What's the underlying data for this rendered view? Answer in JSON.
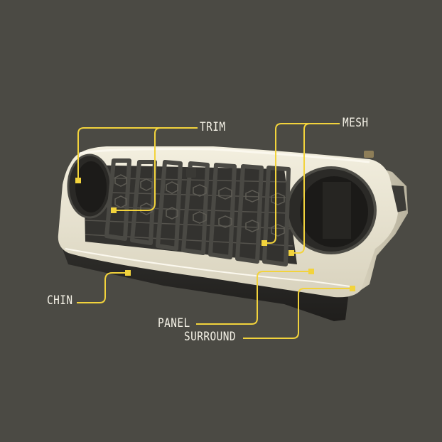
{
  "colors": {
    "background": "#4b4a44",
    "callout_line": "#f2d33c",
    "grille_body": "#ebe6d3",
    "trim": "#474641",
    "chin": "#2b2a28"
  },
  "callouts": {
    "trim": "TRIM",
    "mesh": "MESH",
    "chin": "CHIN",
    "panel": "PANEL",
    "surround": "SURROUND"
  }
}
